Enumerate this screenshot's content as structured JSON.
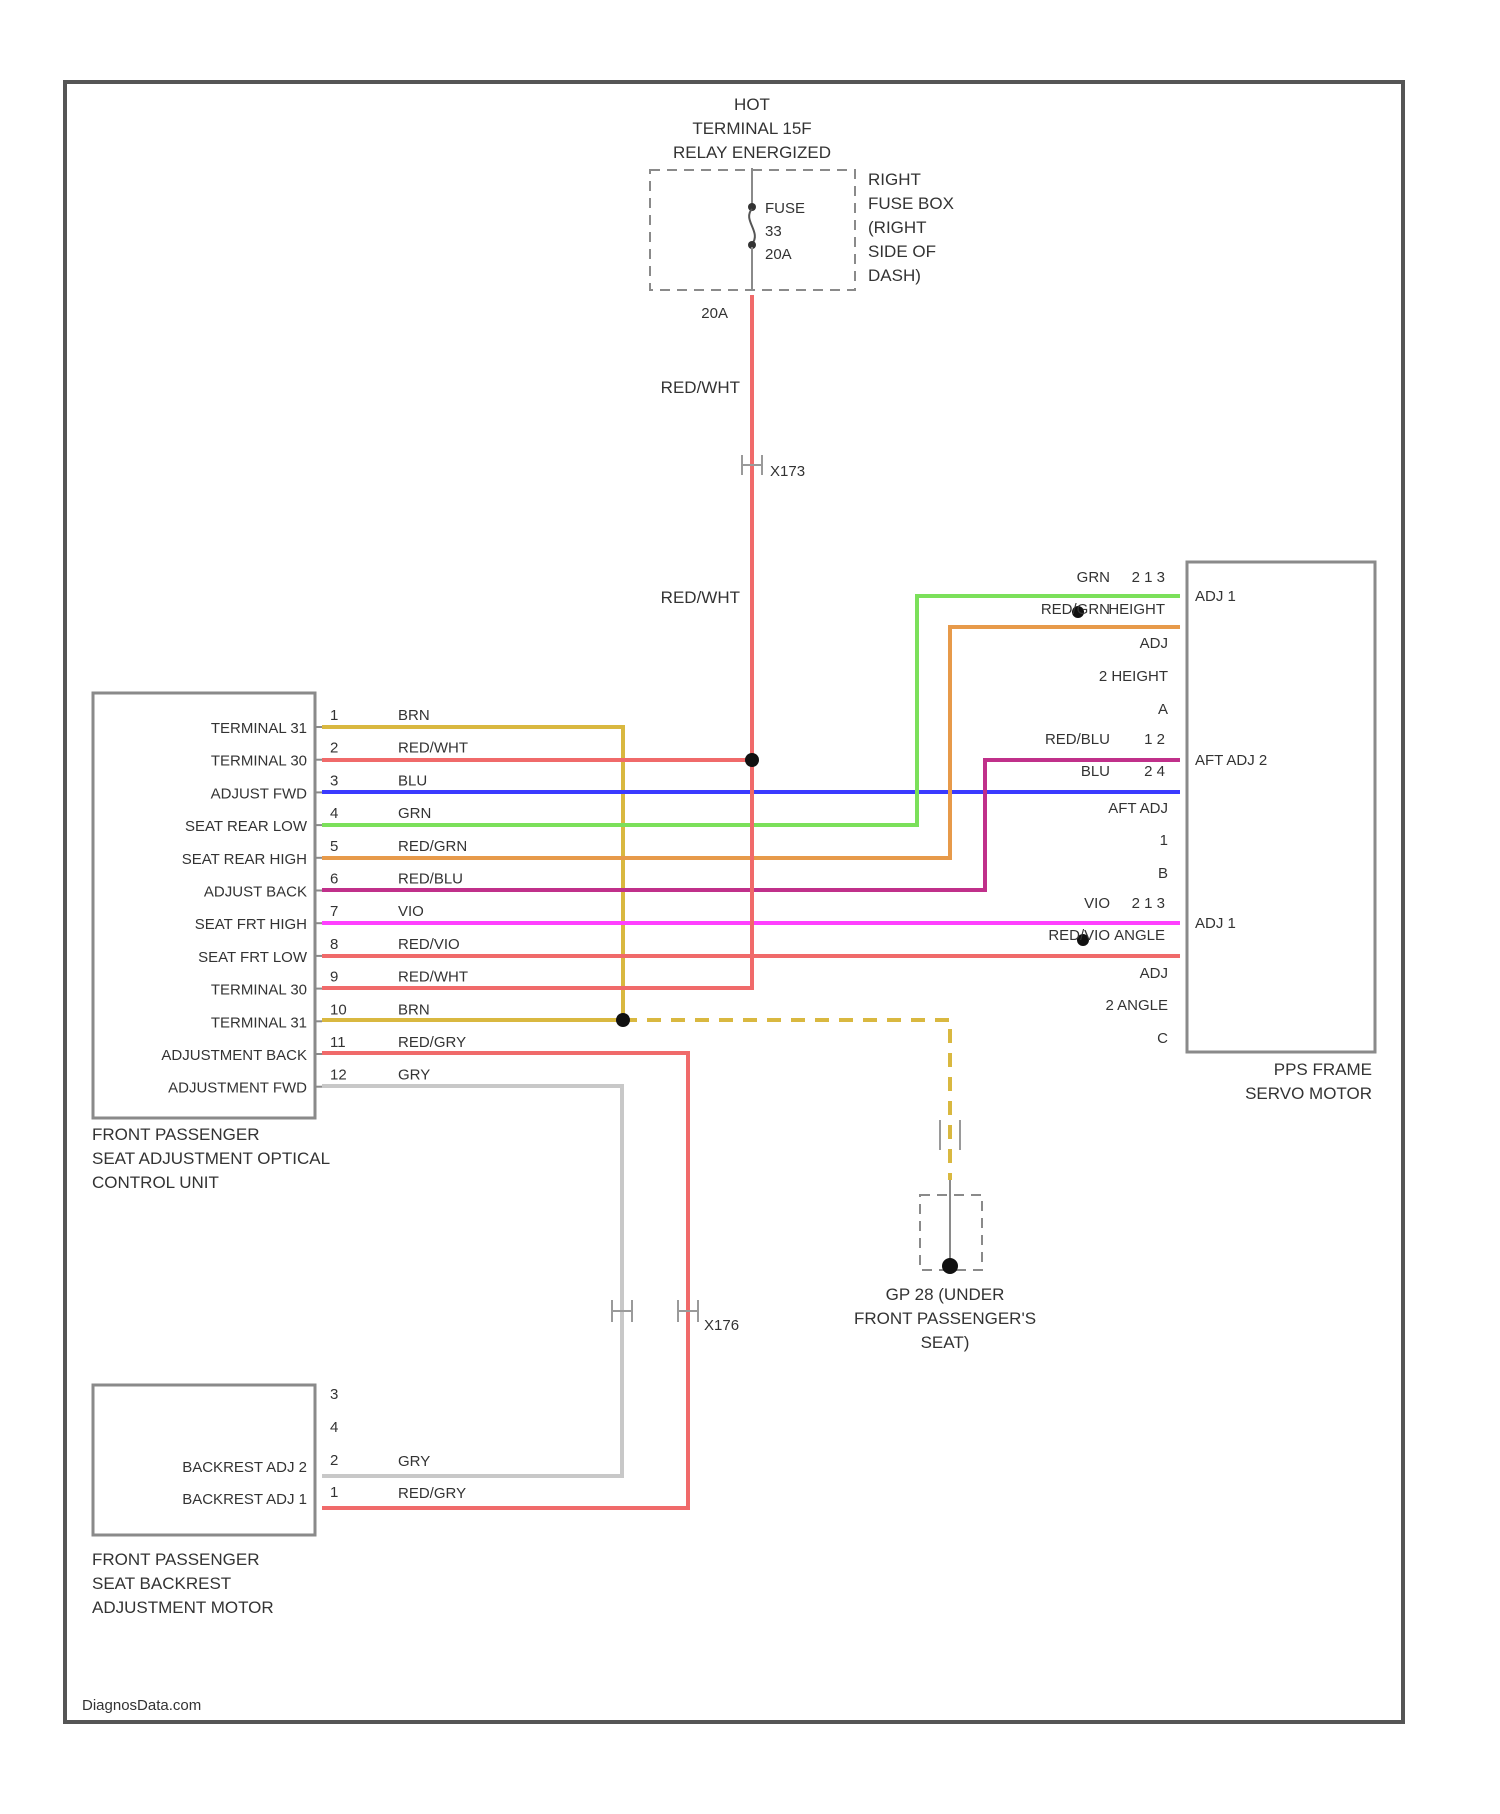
{
  "colors": {
    "red": "#f06a6a",
    "orange": "#e79a4a",
    "green": "#7be05a",
    "blue": "#3a3aff",
    "violet": "#ff40ff",
    "purple": "#c0308a",
    "yellow": "#d9b840",
    "gray": "#c8c8c8",
    "black": "#111111",
    "frame": "#555555",
    "box": "#8a8a8a"
  },
  "hot_label": [
    "HOT",
    "TERMINAL 15F",
    "RELAY ENERGIZED"
  ],
  "fuse": {
    "label": [
      "FUSE",
      "33",
      "20A"
    ],
    "terminal": "20A"
  },
  "fuse_box": [
    "RIGHT",
    "FUSE BOX",
    "(RIGHT",
    "SIDE OF",
    "DASH)"
  ],
  "connector_top": "X173",
  "connector_bottom": "X176",
  "top_wire_labels": [
    "RED/WHT",
    "RED/WHT"
  ],
  "control_unit": {
    "name": [
      "FRONT PASSENGER",
      "SEAT ADJUSTMENT OPTICAL",
      "CONTROL UNIT"
    ],
    "pins": [
      {
        "n": "1",
        "label": "TERMINAL 31",
        "wire": "BRN"
      },
      {
        "n": "2",
        "label": "TERMINAL 30",
        "wire": "RED/WHT"
      },
      {
        "n": "3",
        "label": "ADJUST FWD",
        "wire": "BLU"
      },
      {
        "n": "4",
        "label": "SEAT REAR LOW",
        "wire": "GRN"
      },
      {
        "n": "5",
        "label": "SEAT REAR HIGH",
        "wire": "RED/GRN"
      },
      {
        "n": "6",
        "label": "ADJUST BACK",
        "wire": "RED/BLU"
      },
      {
        "n": "7",
        "label": "SEAT FRT HIGH",
        "wire": "VIO"
      },
      {
        "n": "8",
        "label": "SEAT FRT LOW",
        "wire": "RED/VIO"
      },
      {
        "n": "9",
        "label": "TERMINAL 30",
        "wire": "RED/WHT"
      },
      {
        "n": "10",
        "label": "TERMINAL 31",
        "wire": "BRN"
      },
      {
        "n": "11",
        "label": "ADJUSTMENT BACK",
        "wire": "RED/GRY"
      },
      {
        "n": "12",
        "label": "ADJUSTMENT FWD",
        "wire": "GRY"
      }
    ]
  },
  "servo_motor": {
    "name": [
      "PPS FRAME",
      "SERVO MOTOR"
    ],
    "inner": [
      "ADJ 1",
      "ADJ",
      "2 HEIGHT",
      "A",
      "AFT ADJ 2",
      "AFT ADJ",
      "1",
      "B",
      "ADJ 1",
      "ADJ",
      "2 ANGLE",
      "C"
    ],
    "wires": [
      {
        "color": "GRN",
        "pin": "2 1 3"
      },
      {
        "color": "RED/GRN",
        "pin": "HEIGHT"
      },
      {
        "color": "RED/BLU",
        "pin": "1 2"
      },
      {
        "color": "BLU",
        "pin": "2 4"
      },
      {
        "color": "VIO",
        "pin": "2 1 3"
      },
      {
        "color": "RED/VIO",
        "pin": "ANGLE"
      }
    ]
  },
  "ground": {
    "label": [
      "GP 28 (UNDER",
      "FRONT PASSENGER'S",
      "SEAT)"
    ]
  },
  "backrest_motor": {
    "name": [
      "FRONT PASSENGER",
      "SEAT BACKREST",
      "ADJUSTMENT MOTOR"
    ],
    "pins": [
      {
        "n": "3",
        "label": "",
        "wire": ""
      },
      {
        "n": "4",
        "label": "",
        "wire": ""
      },
      {
        "n": "2",
        "label": "BACKREST ADJ 2",
        "wire": "GRY"
      },
      {
        "n": "1",
        "label": "BACKREST ADJ 1",
        "wire": "RED/GRY"
      }
    ]
  },
  "footer": "DiagnosData.com"
}
